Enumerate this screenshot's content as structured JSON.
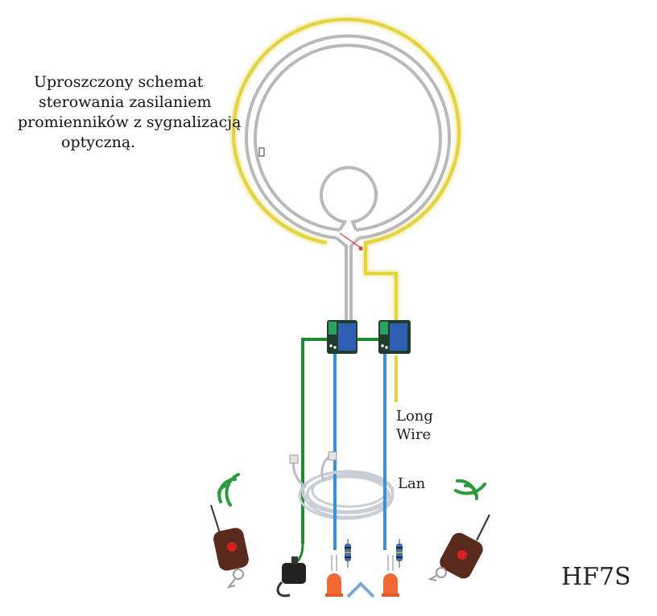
{
  "caption": {
    "line1": "Uproszczony schemat",
    "line2": "sterowania zasilaniem",
    "line3": "promienników z sygnalizacją",
    "line4": "optyczną."
  },
  "labels": {
    "long_wire_1": "Long",
    "long_wire_2": "Wire",
    "lan": "Lan"
  },
  "logo": {
    "text": "HF7S"
  },
  "colors": {
    "loop_gray": "#b9b9b9",
    "loop_yellow": "#e3d33f",
    "green_wire": "#1f8a2c",
    "blue_wire": "#3a8fd6",
    "red_line": "#e03a3a",
    "relay_board": "#1f3d2e",
    "relay_blue": "#2e5fb0",
    "led_orange": "#f06a35",
    "remote_brown": "#5a2a1c",
    "signal_green": "#2c9a3a"
  },
  "icons": [
    "relay-module-icon",
    "remote-control-icon",
    "signal-waves-icon",
    "power-adapter-icon",
    "led-icon",
    "resistor-icon",
    "lan-cable-coil-icon",
    "home-icon"
  ]
}
